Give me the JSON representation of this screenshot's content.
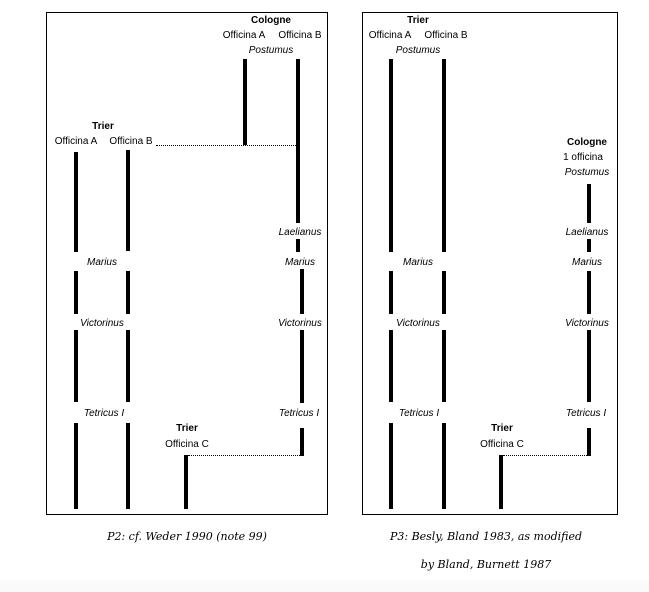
{
  "p2": {
    "labels": {
      "cologne_title": "Cologne",
      "cologne_off_a": "Officina A",
      "cologne_off_b": "Officina B",
      "postumus": "Postumus",
      "trier_title": "Trier",
      "trier_off_a": "Officina A",
      "trier_off_b": "Officina B",
      "laelianus": "Laelianus",
      "marius_left": "Marius",
      "marius_right": "Marius",
      "victorinus_left": "Victorinus",
      "victorinus_right": "Victorinus",
      "tetricus_left": "Tetricus I",
      "tetricus_right": "Tetricus I",
      "trier_c_title": "Trier",
      "trier_off_c": "Officina C"
    },
    "caption": "P2: cf. Weder 1990 (note 99)"
  },
  "p3": {
    "labels": {
      "trier_title": "Trier",
      "trier_off_a": "Officina A",
      "trier_off_b": "Officina B",
      "postumus_trier": "Postumus",
      "cologne_title": "Cologne",
      "cologne_officina": "1 officina",
      "postumus_cologne": "Postumus",
      "laelianus": "Laelianus",
      "marius_left": "Marius",
      "marius_right": "Marius",
      "victorinus_left": "Victorinus",
      "victorinus_right": "Victorinus",
      "tetricus_left": "Tetricus I",
      "tetricus_right": "Tetricus I",
      "trier_c_title": "Trier",
      "trier_off_c": "Officina C"
    },
    "caption_line1": "P3: Besly, Bland 1983, as modified",
    "caption_line2": "by Bland, Burnett 1987"
  }
}
